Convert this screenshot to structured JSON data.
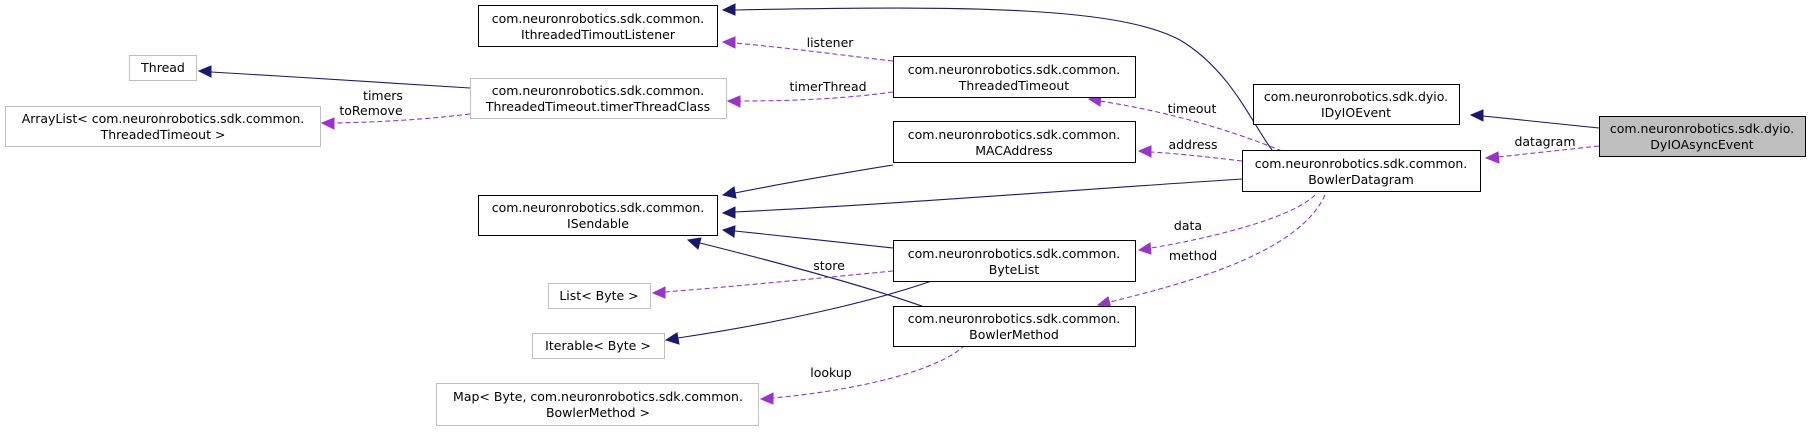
{
  "nodes": {
    "dyio_async_event": {
      "line1": "com.neuronrobotics.sdk.dyio.",
      "line2": "DyIOAsyncEvent"
    },
    "idyio_event": {
      "line1": "com.neuronrobotics.sdk.dyio.",
      "line2": "IDyIOEvent"
    },
    "bowler_datagram": {
      "line1": "com.neuronrobotics.sdk.common.",
      "line2": "BowlerDatagram"
    },
    "ithreaded_timout_listener": {
      "line1": "com.neuronrobotics.sdk.common.",
      "line2": "IthreadedTimoutListener"
    },
    "threaded_timeout": {
      "line1": "com.neuronrobotics.sdk.common.",
      "line2": "ThreadedTimeout"
    },
    "mac_address": {
      "line1": "com.neuronrobotics.sdk.common.",
      "line2": "MACAddress"
    },
    "isendable": {
      "line1": "com.neuronrobotics.sdk.common.",
      "line2": "ISendable"
    },
    "byte_list": {
      "line1": "com.neuronrobotics.sdk.common.",
      "line2": "ByteList"
    },
    "bowler_method": {
      "line1": "com.neuronrobotics.sdk.common.",
      "line2": "BowlerMethod"
    },
    "timer_thread_class": {
      "line1": "com.neuronrobotics.sdk.common.",
      "line2": "ThreadedTimeout.timerThreadClass"
    },
    "thread": {
      "line1": "Thread"
    },
    "array_list": {
      "line1": "ArrayList< com.neuronrobotics.sdk.common.",
      "line2": "ThreadedTimeout >"
    },
    "list_byte": {
      "line1": "List< Byte >"
    },
    "iterable_byte": {
      "line1": "Iterable< Byte >"
    },
    "map_byte": {
      "line1": "Map< Byte, com.neuronrobotics.sdk.common.",
      "line2": "BowlerMethod >"
    }
  },
  "edge_labels": {
    "datagram": "datagram",
    "listener": "listener",
    "timer_thread": "timerThread",
    "timeout": "timeout",
    "address": "address",
    "data": "data",
    "method": "method",
    "timers": "timers",
    "to_remove": "toRemove",
    "store": "store",
    "lookup": "lookup"
  },
  "colors": {
    "inheritance_edge": "#191970",
    "usage_edge": "#9a32cd",
    "focus_fill": "#bfbfbf",
    "external_border": "#bfbfbf"
  }
}
